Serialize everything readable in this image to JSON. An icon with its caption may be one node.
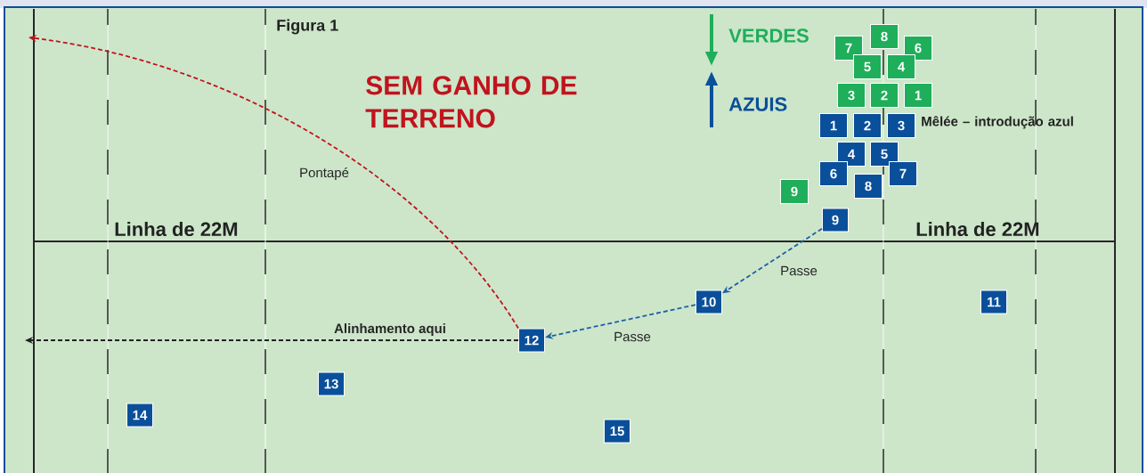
{
  "diagram": {
    "nodes": [
      {
        "text": [
          "8"
        ]
      },
      {
        "text": [
          "7"
        ]
      },
      {
        "text": [
          "6"
        ]
      },
      {
        "text": [
          "5"
        ]
      },
      {
        "text": [
          "4"
        ]
      },
      {
        "text": [
          "3"
        ]
      },
      {
        "text": [
          "2"
        ]
      },
      {
        "text": [
          "1"
        ]
      },
      {
        "text": [
          "1"
        ]
      },
      {
        "text": [
          "2"
        ]
      },
      {
        "text": [
          "3"
        ]
      },
      {
        "text": [
          "4"
        ]
      },
      {
        "text": [
          "5"
        ]
      },
      {
        "text": [
          "6"
        ]
      },
      {
        "text": [
          "7"
        ]
      },
      {
        "text": [
          "8"
        ]
      },
      {
        "text": [
          "9"
        ]
      },
      {
        "text": [
          "9"
        ]
      },
      {
        "text": [
          "10"
        ]
      },
      {
        "text": [
          "11"
        ]
      },
      {
        "text": [
          "12"
        ]
      },
      {
        "text": [
          "13"
        ]
      },
      {
        "text": [
          "14"
        ]
      },
      {
        "text": [
          "15"
        ]
      }
    ],
    "edges": [
      {
        "from": 17,
        "to": 18,
        "arrow": "to",
        "label": "Passe",
        "style": "dashed"
      },
      {
        "from": 18,
        "to": 20,
        "arrow": "to",
        "label": "Passe",
        "style": "dashed"
      },
      {
        "from": 20,
        "to": null,
        "arrow": "to",
        "label": "Pontapé",
        "style": "dashed",
        "color": "#c0141e"
      },
      {
        "from": 20,
        "to": null,
        "arrow": "to",
        "label": "Alinhamento aqui",
        "style": "dashed",
        "color": "#222222"
      }
    ],
    "labels": [
      "Figura 1",
      "VERDES",
      "SEM GANHO DE TERRENO",
      "AZUIS",
      "Mêlée – introdução azul",
      "Linha de 22M",
      "Linha de 22M"
    ]
  }
}
